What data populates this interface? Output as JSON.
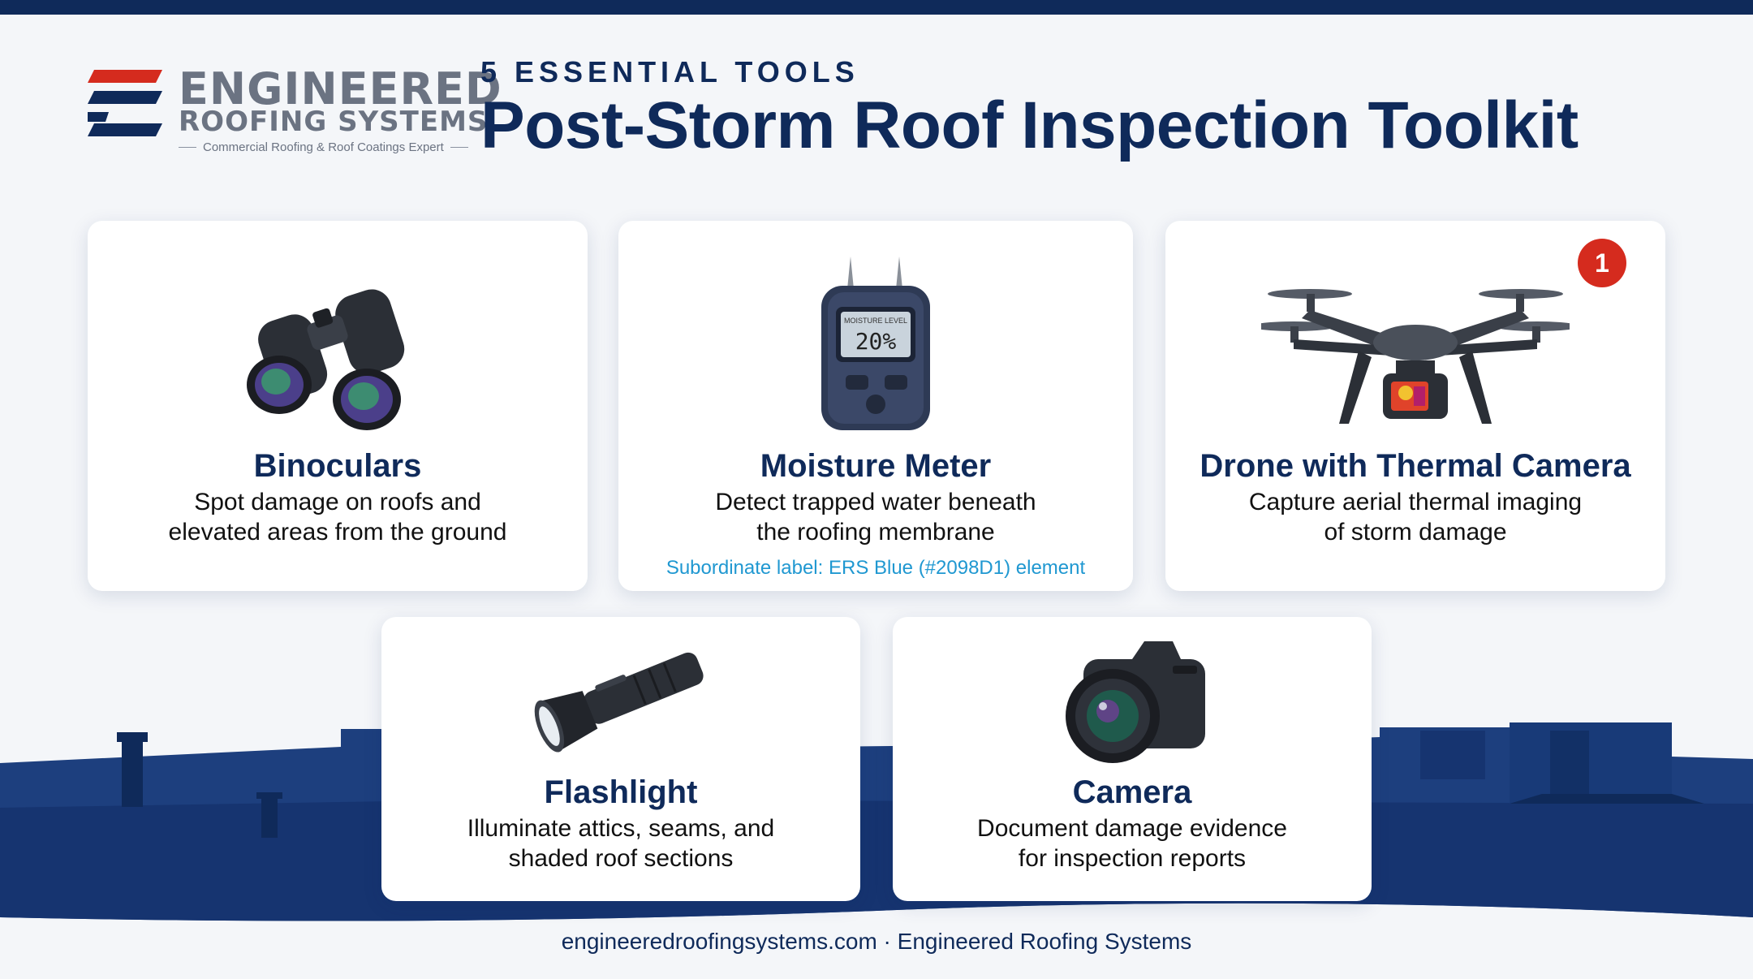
{
  "brand": {
    "name_line1": "ENGINEERED",
    "name_line2": "ROOFING SYSTEMS",
    "tagline": "Commercial Roofing & Roof Coatings Expert",
    "colors": {
      "navy": "#0f2a5a",
      "red": "#d52b1e",
      "ers_blue": "#2098d1",
      "gray": "#6b7382"
    }
  },
  "header": {
    "kicker": "5 ESSENTIAL TOOLS",
    "title": "Post-Storm Roof Inspection Toolkit"
  },
  "tools": [
    {
      "name": "Binoculars",
      "desc_line1": "Spot damage on roofs and",
      "desc_line2": "elevated areas from the ground",
      "icon": "binoculars-icon"
    },
    {
      "name": "Moisture Meter",
      "desc_line1": "Detect trapped water beneath",
      "desc_line2": "the roofing membrane",
      "sub_label": "Subordinate label: ERS Blue (#2098D1) element",
      "icon": "moisture-meter-icon",
      "screen_label": "MOISTURE LEVEL",
      "screen_value": "20%"
    },
    {
      "name": "Drone with Thermal Camera",
      "desc_line1": "Capture aerial thermal imaging",
      "desc_line2": "of storm damage",
      "badge": "1",
      "icon": "drone-icon"
    },
    {
      "name": "Flashlight",
      "desc_line1": "Illuminate attics, seams, and",
      "desc_line2": "shaded roof sections",
      "icon": "flashlight-icon"
    },
    {
      "name": "Camera",
      "desc_line1": "Document damage evidence",
      "desc_line2": "for inspection reports",
      "icon": "camera-icon"
    }
  ],
  "footer": {
    "text": "engineeredroofingsystems.com · Engineered Roofing Systems"
  }
}
